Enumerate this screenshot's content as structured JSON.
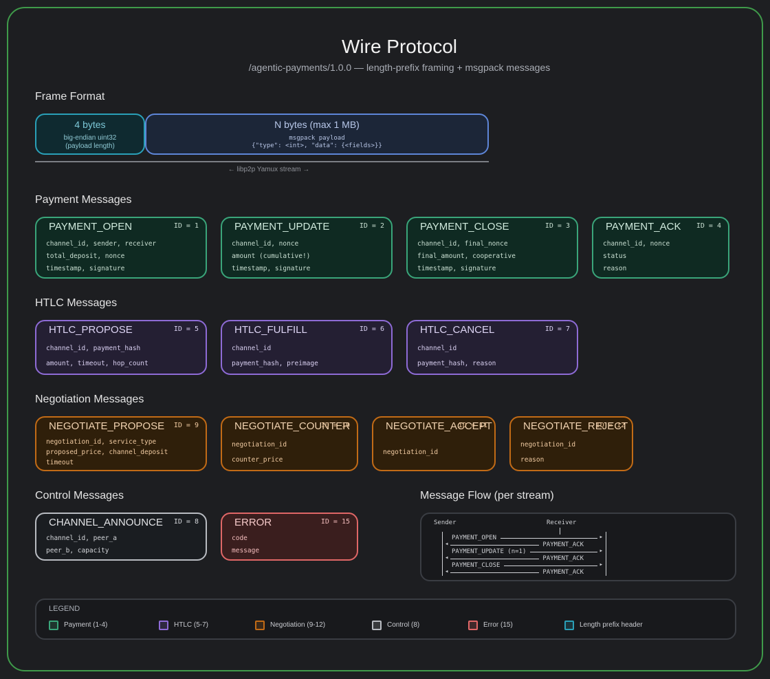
{
  "header": {
    "title": "Wire Protocol",
    "subtitle": "/agentic-payments/1.0.0 — length-prefix framing + msgpack messages"
  },
  "frame_format": {
    "section_title": "Frame Format",
    "prefix": {
      "title": "4 bytes",
      "line1": "big-endian uint32",
      "line2": "(payload length)"
    },
    "payload": {
      "title": "N bytes (max 1 MB)",
      "line1": "msgpack payload",
      "line2": "{\"type\": <int>, \"data\": {<fields>}}"
    },
    "stream_label": "← libp2p Yamux stream →"
  },
  "payment": {
    "section_title": "Payment Messages",
    "messages": [
      {
        "name": "PAYMENT_OPEN",
        "id": "ID = 1",
        "fields": [
          "channel_id, sender, receiver",
          "total_deposit, nonce",
          "timestamp, signature"
        ]
      },
      {
        "name": "PAYMENT_UPDATE",
        "id": "ID = 2",
        "fields": [
          "channel_id, nonce",
          "amount (cumulative!)",
          "timestamp, signature"
        ]
      },
      {
        "name": "PAYMENT_CLOSE",
        "id": "ID = 3",
        "fields": [
          "channel_id, final_nonce",
          "final_amount, cooperative",
          "timestamp, signature"
        ]
      },
      {
        "name": "PAYMENT_ACK",
        "id": "ID = 4",
        "fields": [
          "channel_id, nonce",
          "status",
          "reason"
        ]
      }
    ]
  },
  "htlc": {
    "section_title": "HTLC Messages",
    "messages": [
      {
        "name": "HTLC_PROPOSE",
        "id": "ID = 5",
        "fields": [
          "channel_id, payment_hash",
          "amount, timeout, hop_count"
        ]
      },
      {
        "name": "HTLC_FULFILL",
        "id": "ID = 6",
        "fields": [
          "channel_id",
          "payment_hash, preimage"
        ]
      },
      {
        "name": "HTLC_CANCEL",
        "id": "ID = 7",
        "fields": [
          "channel_id",
          "payment_hash, reason"
        ]
      }
    ]
  },
  "negotiation": {
    "section_title": "Negotiation Messages",
    "messages": [
      {
        "name": "NEGOTIATE_PROPOSE",
        "id": "ID = 9",
        "fields": [
          "negotiation_id, service_type",
          "proposed_price, channel_deposit",
          "timeout"
        ]
      },
      {
        "name": "NEGOTIATE_COUNTER",
        "id": "ID = 10",
        "fields": [
          "negotiation_id",
          "counter_price"
        ]
      },
      {
        "name": "NEGOTIATE_ACCEPT",
        "id": "ID = 11",
        "fields": [
          "negotiation_id"
        ]
      },
      {
        "name": "NEGOTIATE_REJECT",
        "id": "ID = 12",
        "fields": [
          "negotiation_id",
          "reason"
        ]
      }
    ]
  },
  "control": {
    "section_title": "Control Messages",
    "messages": [
      {
        "name": "CHANNEL_ANNOUNCE",
        "id": "ID = 8",
        "fields": [
          "channel_id, peer_a",
          "peer_b, capacity"
        ]
      },
      {
        "name": "ERROR",
        "id": "ID = 15",
        "fields": [
          "code",
          "message"
        ]
      }
    ]
  },
  "flow": {
    "section_title": "Message Flow (per stream)",
    "sender": "Sender",
    "receiver": "Receiver",
    "lines": [
      {
        "label": "PAYMENT_OPEN",
        "dir": "right"
      },
      {
        "label": "PAYMENT_ACK",
        "dir": "left"
      },
      {
        "label": "PAYMENT_UPDATE (n=1)",
        "dir": "right"
      },
      {
        "label": "PAYMENT_ACK",
        "dir": "left"
      },
      {
        "label": "PAYMENT_CLOSE",
        "dir": "right"
      },
      {
        "label": "PAYMENT_ACK",
        "dir": "left"
      }
    ]
  },
  "legend": {
    "title": "LEGEND",
    "items": [
      {
        "label": "Payment (1-4)",
        "color": "#3aa57a"
      },
      {
        "label": "HTLC (5-7)",
        "color": "#8e6bd6"
      },
      {
        "label": "Negotiation (9-12)",
        "color": "#c26b16"
      },
      {
        "label": "Control (8)",
        "color": "#b9bcc2"
      },
      {
        "label": "Error (15)",
        "color": "#e06767"
      },
      {
        "label": "Length prefix header",
        "color": "#2aa0b8"
      }
    ]
  }
}
